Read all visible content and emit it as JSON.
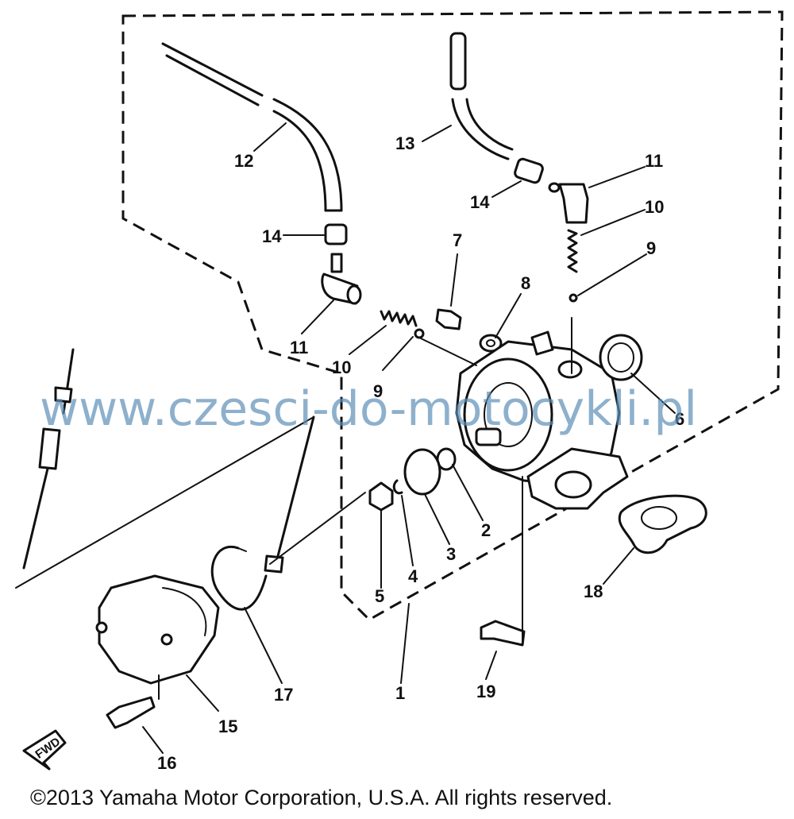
{
  "diagram": {
    "part_labels": {
      "p1": "1",
      "p2": "2",
      "p3": "3",
      "p4": "4",
      "p5": "5",
      "p6": "6",
      "p7": "7",
      "p8": "8",
      "p9a": "9",
      "p9b": "9",
      "p10a": "10",
      "p10b": "10",
      "p11a": "11",
      "p11b": "11",
      "p12": "12",
      "p13": "13",
      "p14a": "14",
      "p14b": "14",
      "p15": "15",
      "p16": "16",
      "p17": "17",
      "p18": "18",
      "p19": "19"
    },
    "direction_label": "FWD",
    "watermark": "www.czesci-do-motocykli.pl",
    "copyright": "©2013 Yamaha Motor Corporation, U.S.A. All rights reserved."
  }
}
